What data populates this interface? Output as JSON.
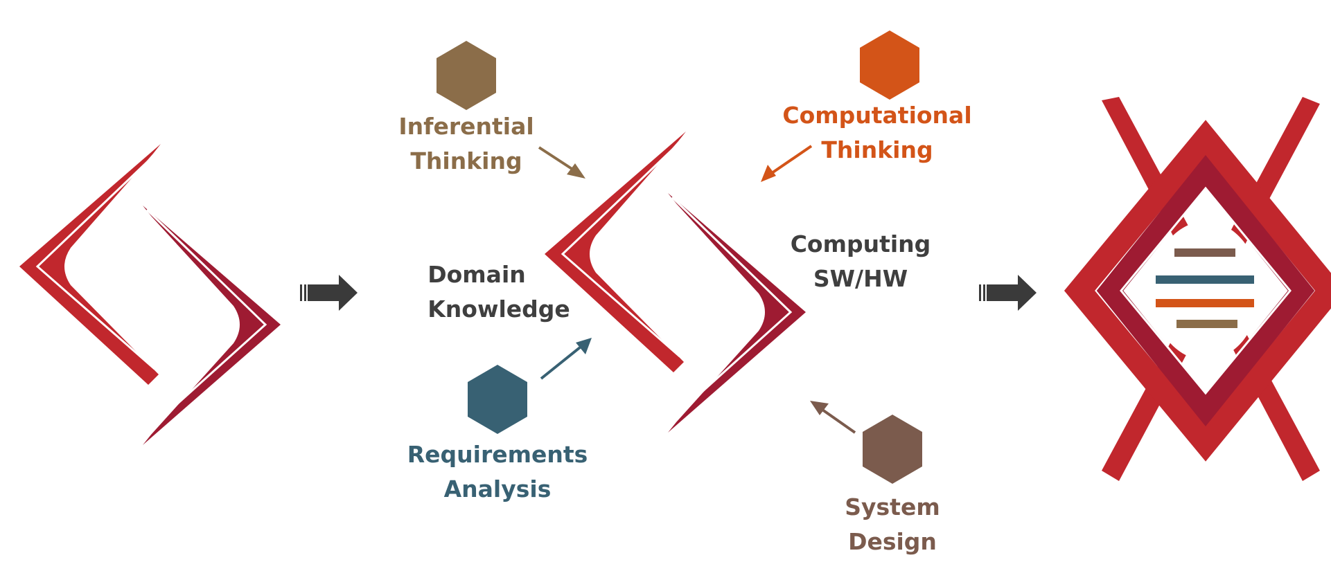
{
  "colors": {
    "red_main": "#C1272D",
    "red_dark": "#9E1B32",
    "arrow_dark": "#3A3A3A",
    "text_dark": "#3F3F3F",
    "inferential": "#8B6D49",
    "computational": "#D35418",
    "requirements": "#386173",
    "system": "#7B5B4D"
  },
  "labels": {
    "inferential": [
      "Inferential",
      "Thinking"
    ],
    "computational": [
      "Computational",
      "Thinking"
    ],
    "domain": [
      "Domain",
      "Knowledge"
    ],
    "computing": [
      "Computing",
      "SW/HW"
    ],
    "requirements": [
      "Requirements",
      "Analysis"
    ],
    "system": [
      "System",
      "Design"
    ]
  },
  "icons": {
    "inferential": "hexagon",
    "computational": "hexagon",
    "requirements": "hexagon",
    "system": "hexagon",
    "flow_arrow": "block-arrow-right",
    "left_logo": "separated-chevrons",
    "middle_logo": "separated-chevrons",
    "right_logo": "interlocked-chevrons-dna"
  }
}
